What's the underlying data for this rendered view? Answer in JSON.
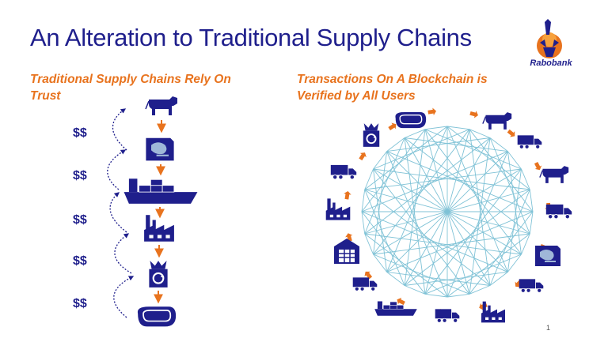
{
  "title": "An Alteration to Traditional Supply Chains",
  "subtitle_left": "Traditional Supply Chains Rely On Trust",
  "subtitle_right": "Transactions On A Blockchain is Verified by All Users",
  "logo_label": "Rabobank",
  "dollar_labels": [
    "$$",
    "$$",
    "$$",
    "$$",
    "$$"
  ],
  "page_number": "1",
  "colors": {
    "navy": "#1f1f8c",
    "orange": "#e8731e",
    "mesh": "#7fc2d6"
  },
  "chain_icons": [
    "cow-icon",
    "meat-factory-icon",
    "cargo-ship-icon",
    "factory-icon",
    "packaging-icon",
    "steak-icon"
  ],
  "ring_icons": [
    "cow-icon",
    "truck-icon",
    "cow-icon",
    "truck-icon",
    "meat-factory-icon",
    "truck-icon",
    "factory-icon",
    "truck-icon",
    "cargo-ship-icon",
    "truck-icon",
    "warehouse-icon",
    "factory-icon",
    "truck-icon",
    "packaging-icon",
    "steak-icon"
  ]
}
